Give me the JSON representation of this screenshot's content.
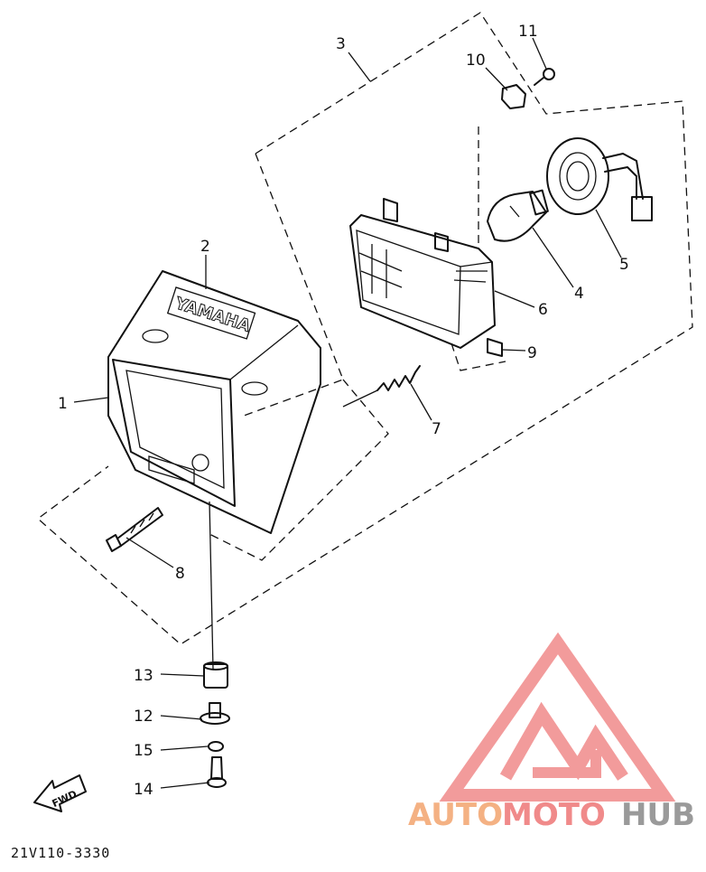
{
  "diagram": {
    "code": "21V110-3330",
    "fwd_label": "FWD",
    "brand_on_part": "YAMAHA",
    "callouts": [
      "1",
      "2",
      "3",
      "4",
      "5",
      "6",
      "7",
      "8",
      "9",
      "10",
      "11",
      "12",
      "13",
      "14",
      "15"
    ]
  },
  "watermark": {
    "text_a": "AUTO",
    "text_b": "MOTO",
    "text_c": "HUB",
    "color_a": "#f4b183",
    "color_b": "#f08a8a",
    "color_c": "#9a9a9a",
    "logo_color": "#f08a8a"
  }
}
